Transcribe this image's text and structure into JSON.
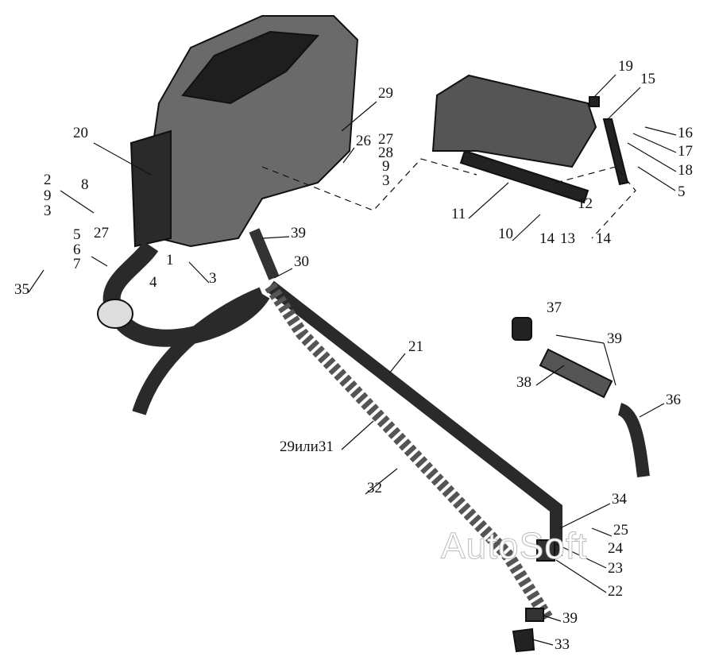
{
  "title": "Heater assembly exploded diagram",
  "watermark": "AutoSoft",
  "labels": [
    "19",
    "15",
    "16",
    "17",
    "18",
    "5",
    "29",
    "26",
    "27",
    "28",
    "9",
    "3",
    "20",
    "8",
    "2",
    "9",
    "3",
    "11",
    "12",
    "10",
    "14",
    "13",
    "14",
    "39",
    "5",
    "6",
    "7",
    "27",
    "1",
    "4",
    "3",
    "30",
    "35",
    "37",
    "39",
    "38",
    "36",
    "21",
    "29или31",
    "32",
    "34",
    "25",
    "24",
    "23",
    "22",
    "39",
    "33"
  ]
}
